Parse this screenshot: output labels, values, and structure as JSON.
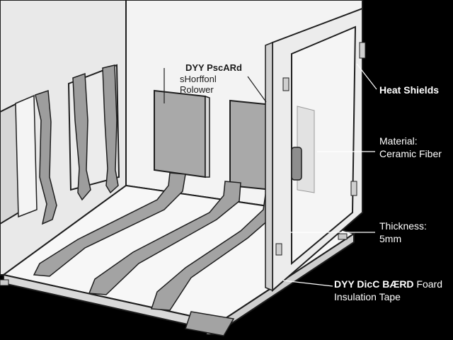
{
  "callouts": {
    "heat_shields": "Heat Shields",
    "material_line1": "Material:",
    "material_line2": "Ceramic Fiber",
    "thickness_line1": "Thickness:",
    "thickness_line2": "5mm",
    "tape_line1_bold": "DYY DicC BÆRD",
    "tape_line1_rest": "Foard",
    "tape_line2": "Insulation Tape"
  },
  "inner_label": {
    "line1": "DYY PscARd",
    "line2": "sHorffonl",
    "line3": "Rolower"
  },
  "colors": {
    "background": "#000000",
    "enclosure": "#efefef",
    "panel": "#a9a9a9",
    "outline": "#1e1e1e",
    "callout_text": "#ffffff"
  }
}
